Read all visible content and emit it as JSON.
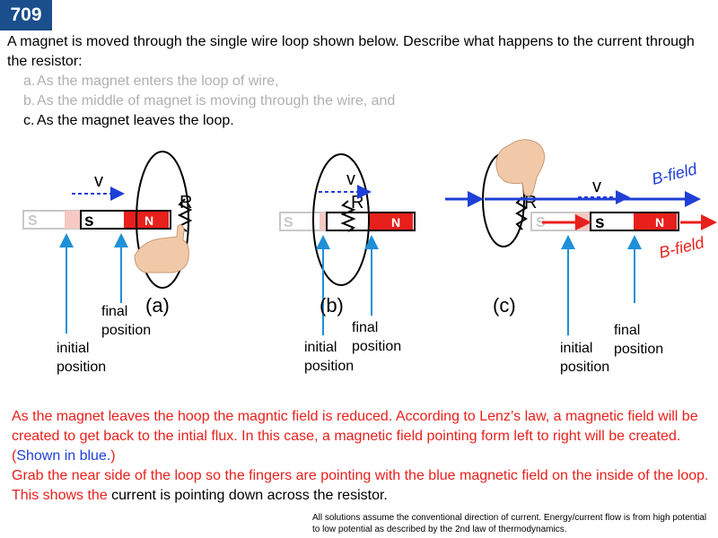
{
  "slide_number": "709",
  "question": "A magnet is moved through the single wire loop shown below. Describe what happens to the current through the resistor:",
  "parts": [
    {
      "letter": "a.",
      "text": "As the magnet enters the loop of wire,"
    },
    {
      "letter": "b.",
      "text": "As the middle of magnet is moving through the wire, and"
    },
    {
      "letter": "c.",
      "text": "As the magnet leaves the loop."
    }
  ],
  "diagram": {
    "velocity": "v",
    "resistor": "R",
    "pole_s": "S",
    "pole_s_lower": "s",
    "pole_n": "N",
    "bfield_blue": "B-field",
    "bfield_red": "B-field",
    "a": {
      "label": "(a)",
      "final_1": "final",
      "final_2": "position",
      "initial_1": "initial",
      "initial_2": "position"
    },
    "b": {
      "label": "(b)",
      "final_1": "final",
      "final_2": "position",
      "initial_1": "initial",
      "initial_2": "position"
    },
    "c": {
      "label": "(c)",
      "final_1": "final",
      "final_2": "position",
      "initial_1": "initial",
      "initial_2": "position"
    }
  },
  "answer": {
    "p1a": "As the magnet leaves the hoop the magntic field is reduced. According to Lenz’s law, a magnetic field will be created to get back to the intial flux. In this case, a magnetic field pointing form left to right will be created. (",
    "p1b": "Shown in blue.",
    "p1c": ")",
    "p2a": "Grab the near side of the loop so the fingers are pointing with the blue magnetic field on the inside of the loop. This shows the ",
    "p2b": "current is pointing down across the resistor."
  },
  "footnote": "All solutions assume the conventional direction of current. Energy/current flow is from high potential to low potential as described by the 2nd law of thermodynamics.",
  "colors": {
    "badge": "#1a4e8c",
    "red": "#e8201c",
    "blue": "#1f3fd6",
    "arrow_blue": "#1e90d8"
  }
}
